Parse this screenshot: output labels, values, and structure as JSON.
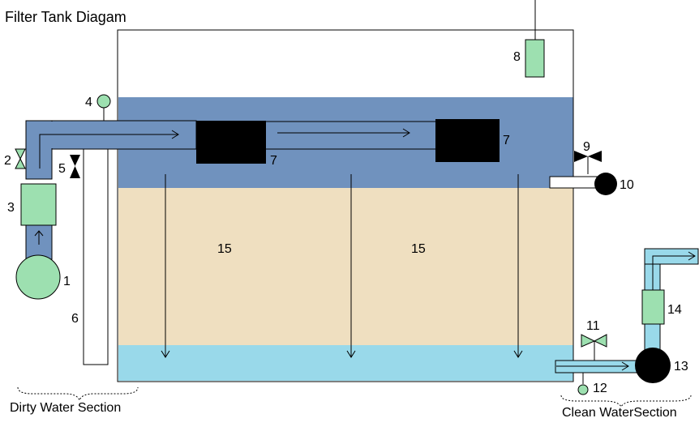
{
  "title": "Filter Tank Diagam",
  "sections": {
    "dirty": "Dirty Water Section",
    "clean": "Clean WaterSection"
  },
  "labels": {
    "n1": "1",
    "n2": "2",
    "n3": "3",
    "n4": "4",
    "n5": "5",
    "n6": "6",
    "n7a": "7",
    "n7b": "7",
    "n8": "8",
    "n9": "9",
    "n10": "10",
    "n11": "11",
    "n12": "12",
    "n13": "13",
    "n14": "14",
    "n15a": "15",
    "n15b": "15"
  },
  "colors": {
    "water_top": "#7092be",
    "sand": "#efdfc0",
    "clean_water": "#99d9ea",
    "pipe_blue": "#7092be",
    "pipe_light": "#99d9ea",
    "green_component": "#9de0b0",
    "filter_block": "#000000",
    "outline": "#000000"
  }
}
